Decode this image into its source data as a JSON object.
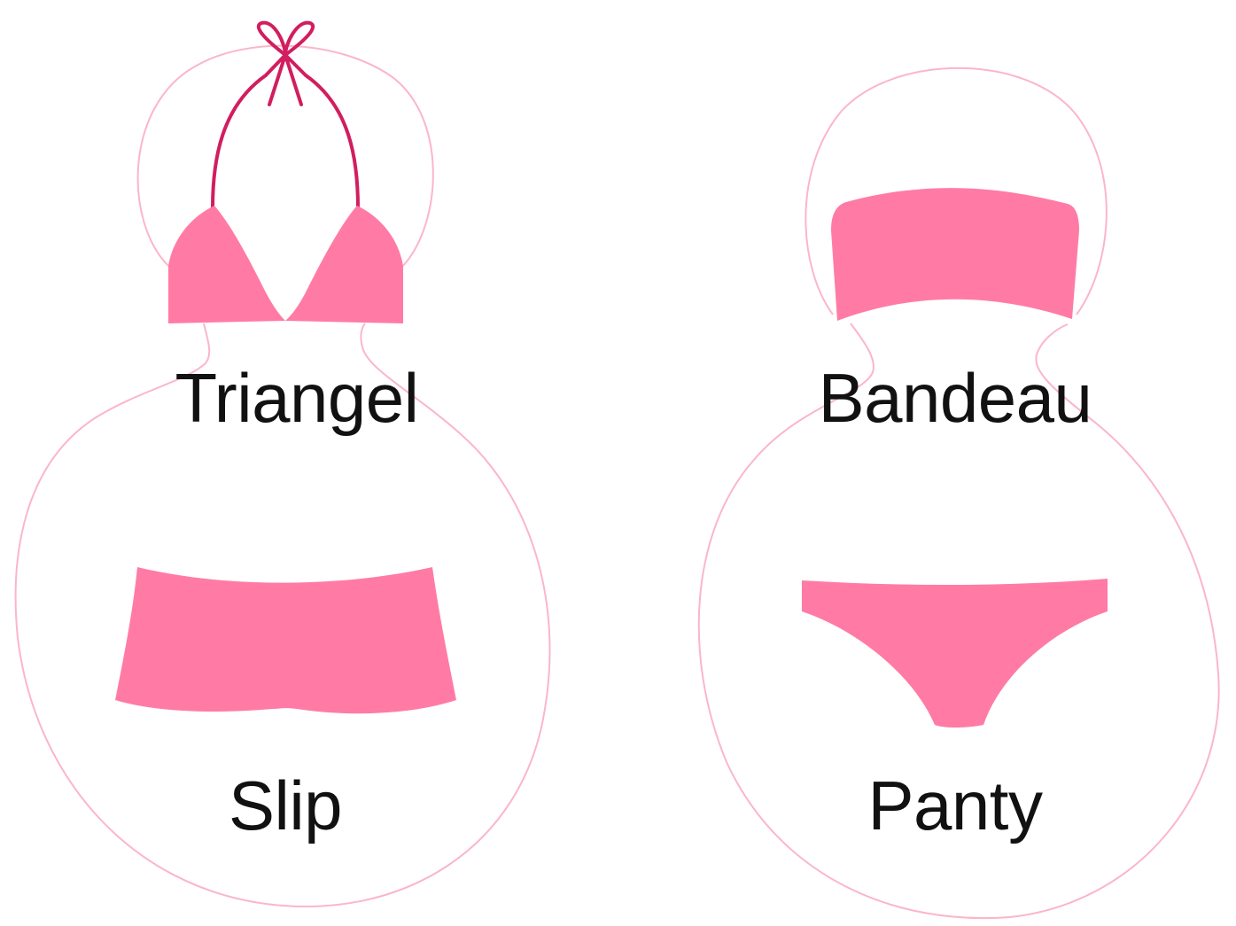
{
  "colors": {
    "garment_fill": "#ff7ba6",
    "halter_tie": "#d21d5f",
    "outline_ring": "#fbb6c9",
    "label_text": "#111111"
  },
  "options": [
    {
      "id": "triangel",
      "label": "Triangel",
      "icon": "triangle-bikini-top-icon"
    },
    {
      "id": "bandeau",
      "label": "Bandeau",
      "icon": "bandeau-top-icon"
    },
    {
      "id": "slip",
      "label": "Slip",
      "icon": "slip-bottom-icon"
    },
    {
      "id": "panty",
      "label": "Panty",
      "icon": "panty-bottom-icon"
    }
  ]
}
